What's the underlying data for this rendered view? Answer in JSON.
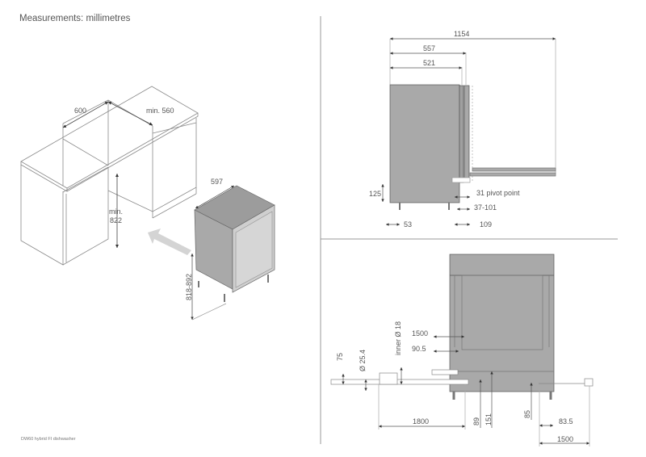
{
  "header": {
    "title": "Measurements: millimetres"
  },
  "footer": {
    "caption": "DW60 hybrid FI dishwasher"
  },
  "colors": {
    "line": "#9a9a9a",
    "appliance_fill": "#a9a9a9",
    "door_fill": "#cfcfcf",
    "arrow": "#d4d4d4",
    "text": "#555555"
  },
  "isometric_view": {
    "cabinet_dimensions": {
      "width": "600",
      "depth": "min. 560",
      "height_label_1": "min.",
      "height_label_2": "822"
    },
    "appliance_dimensions": {
      "width": "597",
      "height": "818-892"
    }
  },
  "side_view": {
    "dimensions": {
      "overall_open": "1154",
      "depth_with_door": "557",
      "depth_body": "521",
      "foot_height": "125",
      "foot_offset": "53",
      "pivot": "31 pivot point",
      "door_gap": "37-101",
      "door_projection": "109"
    }
  },
  "front_view": {
    "dimensions": {
      "hose_length_top": "1500",
      "offset_90_5": "90.5",
      "inner_diameter": "inner Ø 18",
      "outer_diameter": "Ø 25.4",
      "height_75": "75",
      "drain_hose_length": "1800",
      "height_89": "89",
      "height_151": "151",
      "height_85": "85",
      "offset_83_5": "83.5",
      "inlet_hose_length": "1500"
    }
  }
}
